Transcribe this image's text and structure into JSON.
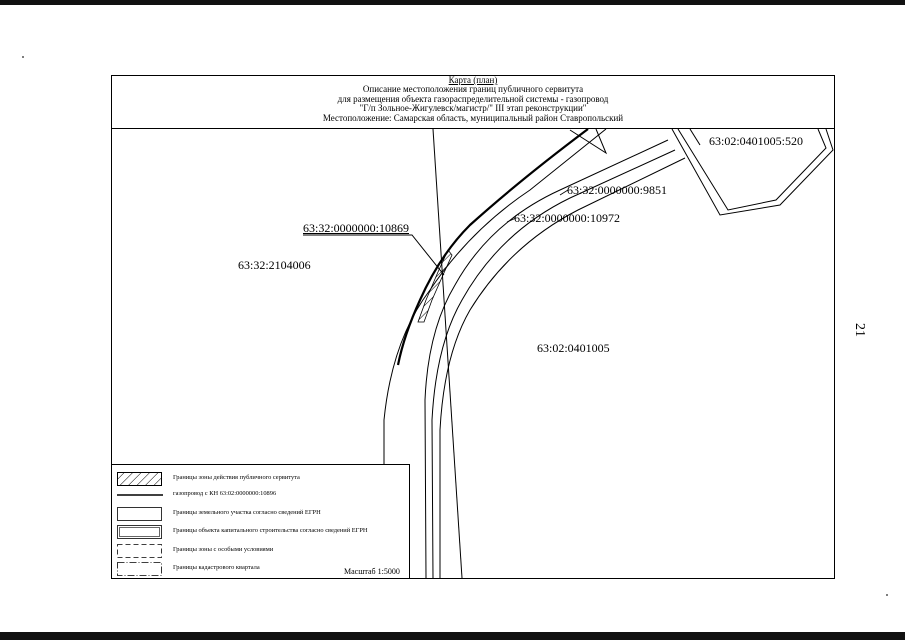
{
  "header": {
    "title": "Карта (план)",
    "line2": "Описание местоположения границ публичного сервитута",
    "line3": "для размещения объекта газораспределительной системы - газопровод",
    "line4": "\"Г/п Зольное-Жигулевск/магистр/\" III этап реконструкции\"",
    "line5": "Местоположение: Самарская область, муниципальный район Ставропольский"
  },
  "map": {
    "parcels": {
      "p520": "63:02:0401005:520",
      "p9851": "63:32:0000000:9851",
      "p10972": "63:32:0000000:10972",
      "p10869": "63:32:0000000:10869",
      "p2104006": "63:32:2104006",
      "p0401005": "63:02:0401005"
    }
  },
  "legend": {
    "items": [
      {
        "symbol": "hatched-box",
        "text": "Границы зоны действия публичного сервитута"
      },
      {
        "symbol": "solid-line",
        "text": "газопровод с КН 63:02:0000000:10896"
      },
      {
        "symbol": "thin-box",
        "text": "Границы земельного участка согласно сведений ЕГРН"
      },
      {
        "symbol": "double-box",
        "text": "Границы объекта капитального строительства согласно сведений ЕГРН"
      },
      {
        "symbol": "dashed-box",
        "text": "Границы зоны с особыми условиями"
      },
      {
        "symbol": "dash-dot-box",
        "text": "Границы кадастрового квартала"
      }
    ],
    "scale": "Масштаб 1:5000"
  },
  "page_number": "21"
}
